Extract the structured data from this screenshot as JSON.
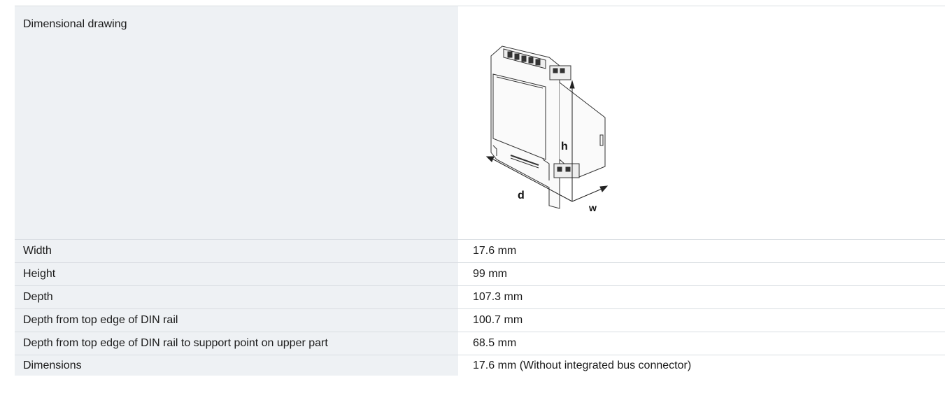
{
  "drawing_row": {
    "label": "Dimensional drawing",
    "dim_labels": {
      "height": "h",
      "depth": "d",
      "width": "w"
    }
  },
  "rows": [
    {
      "label": "Width",
      "value": "17.6 mm"
    },
    {
      "label": "Height",
      "value": "99 mm"
    },
    {
      "label": "Depth",
      "value": "107.3 mm"
    },
    {
      "label": "Depth from top edge of DIN rail",
      "value": "100.7 mm"
    },
    {
      "label": "Depth from top edge of DIN rail to support point on upper part",
      "value": "68.5 mm"
    },
    {
      "label": "Dimensions",
      "value": "17.6 mm (Without integrated bus connector)"
    }
  ]
}
